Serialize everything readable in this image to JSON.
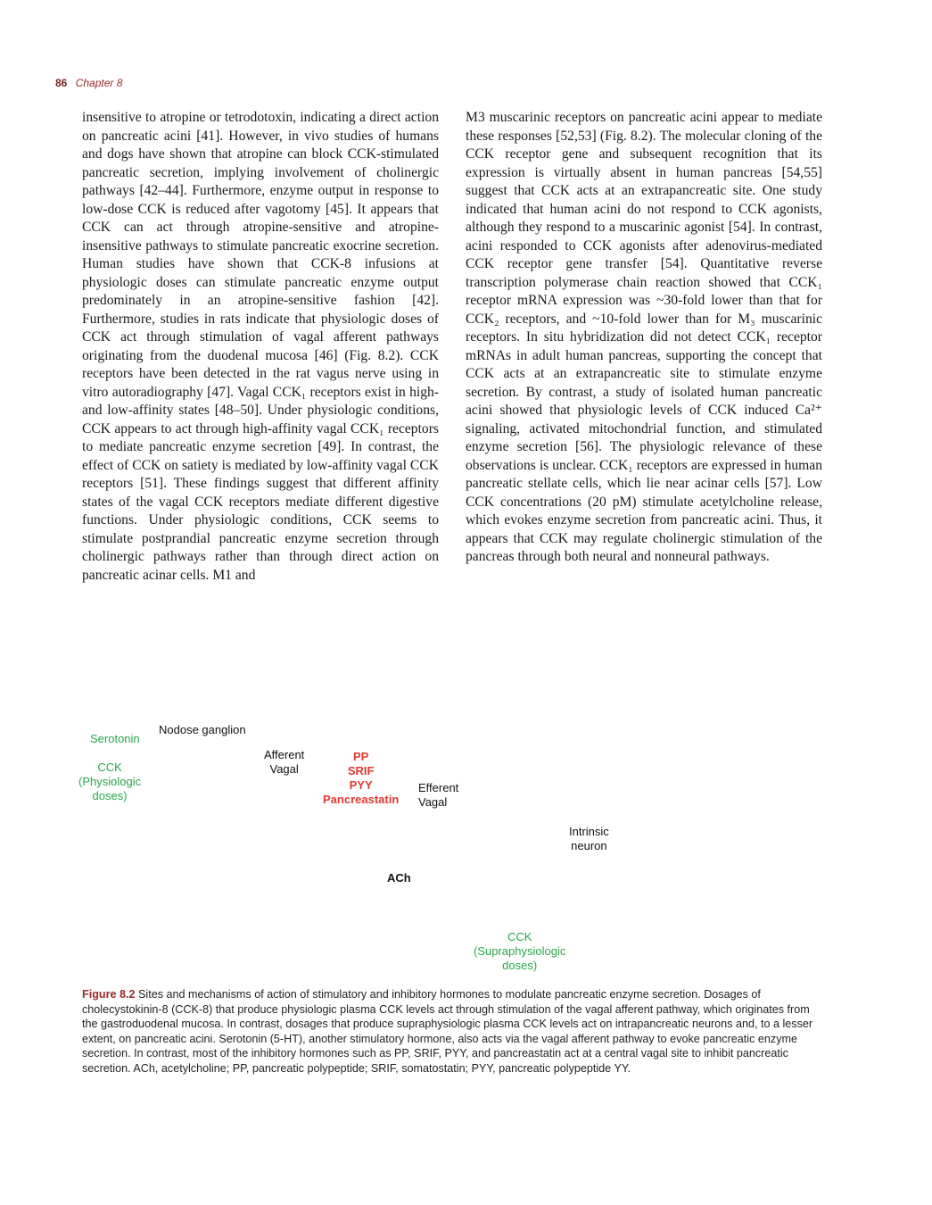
{
  "header": {
    "page_number": "86",
    "chapter": "Chapter 8"
  },
  "column1": "insensitive to atropine or tetrodotoxin, indicating a direct action on pancreatic acini [41]. However, in vivo studies of humans and dogs have shown that atropine can block CCK-stimulated pancreatic secretion, implying involvement of cholinergic pathways [42–44]. Furthermore, enzyme output in response to low-dose CCK is reduced after vagotomy [45]. It appears that CCK can act through atropine-sensitive and atropine-insensitive pathways to stimulate pancreatic exocrine secretion. Human studies have shown that CCK-8 infusions at physiologic doses can stimulate pancreatic enzyme output predominately in an atropine-sensitive fashion [42]. Furthermore, studies in rats indicate that physiologic doses of CCK act through stimulation of vagal afferent pathways originating from the duodenal mucosa [46] (Fig. 8.2). CCK receptors have been detected in the rat vagus nerve using in vitro autoradiography [47]. Vagal CCK₁ receptors exist in high- and low-affinity states [48–50]. Under physiologic conditions, CCK appears to act through high-affinity vagal CCK₁ receptors to mediate pancreatic enzyme secretion [49]. In contrast, the effect of CCK on satiety is mediated by low-affinity vagal CCK receptors [51]. These findings suggest that different affinity states of the vagal CCK receptors mediate different digestive functions. Under physiologic conditions, CCK seems to stimulate postprandial pancreatic enzyme secretion through cholinergic pathways rather than through direct action on pancreatic acinar cells. M1 and",
  "column2": "M3 muscarinic receptors on pancreatic acini appear to mediate these responses [52,53] (Fig. 8.2). The molecular cloning of the CCK receptor gene and subsequent recognition that its expression is virtually absent in human pancreas [54,55] suggest that CCK acts at an extrapancreatic site. One study indicated that human acini do not respond to CCK agonists, although they respond to a muscarinic agonist [54]. In contrast, acini responded to CCK agonists after adenovirus-mediated CCK receptor gene transfer [54]. Quantitative reverse transcription polymerase chain reaction showed that CCK₁ receptor mRNA expression was ~30-fold lower than that for CCK₂ receptors, and ~10-fold lower than for M₃ muscarinic receptors. In situ hybridization did not detect CCK₁ receptor mRNAs in adult human pancreas, supporting the concept that CCK acts at an extrapancreatic site to stimulate enzyme secretion. By contrast, a study of isolated human pancreatic acini showed that physiologic levels of CCK induced Ca²⁺ signaling, activated mitochondrial function, and stimulated enzyme secretion [56]. The physiologic relevance of these observations is unclear. CCK₁ receptors are expressed in human pancreatic stellate cells, which lie near acinar cells [57]. Low CCK concentrations (20 pM) stimulate acetylcholine release, which evokes enzyme secretion from pancreatic acini. Thus, it appears that CCK may regulate cholinergic stimulation of the pancreas through both neural and nonneural pathways.",
  "figure": {
    "serotonin": "Serotonin",
    "nodose": "Nodose ganglion",
    "afferent": "Afferent\nVagal",
    "cck_physio": "CCK\n(Physiologic\ndoses)",
    "inhibitors": "PP\nSRIF\nPYY\nPancreastatin",
    "efferent": "Efferent\nVagal",
    "intrinsic": "Intrinsic\nneuron",
    "ach": "ACh",
    "cck_supra": "CCK\n(Supraphysiologic\ndoses)"
  },
  "caption": {
    "label": "Figure 8.2",
    "text": "Sites and mechanisms of action of stimulatory and inhibitory hormones to modulate pancreatic enzyme secretion. Dosages of cholecystokinin-8 (CCK-8) that produce physiologic plasma CCK levels act through stimulation of the vagal afferent pathway, which originates from the gastroduodenal mucosa. In contrast, dosages that produce supraphysiologic plasma CCK levels act on intrapancreatic neurons and, to a lesser extent, on pancreatic acini. Serotonin (5-HT), another stimulatory hormone, also acts via the vagal afferent pathway to evoke pancreatic enzyme secretion. In contrast, most of the inhibitory hormones such as PP, SRIF, PYY, and pancreastatin act at a central vagal site to inhibit pancreatic secretion. ACh, acetylcholine; PP, pancreatic polypeptide; SRIF, somatostatin; PYY, pancreatic polypeptide YY."
  }
}
